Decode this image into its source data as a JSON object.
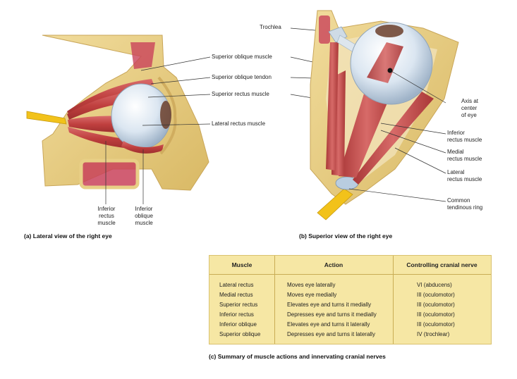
{
  "labels_lateral": {
    "inferior_rectus": [
      "Inferior",
      "rectus",
      "muscle"
    ],
    "inferior_oblique": [
      "Inferior",
      "oblique",
      "muscle"
    ]
  },
  "labels_center": {
    "trochlea": "Trochlea",
    "superior_oblique_muscle": "Superior oblique muscle",
    "superior_oblique_tendon": "Superior oblique tendon",
    "superior_rectus_muscle": "Superior rectus muscle",
    "lateral_rectus_muscle": "Lateral rectus muscle"
  },
  "labels_superior": {
    "axis": [
      "Axis at",
      "center",
      "of eye"
    ],
    "inferior_rectus": [
      "Inferior",
      "rectus muscle"
    ],
    "medial_rectus": [
      "Medial",
      "rectus muscle"
    ],
    "lateral_rectus": [
      "Lateral",
      "rectus muscle"
    ],
    "common_ring": [
      "Common",
      "tendinous ring"
    ]
  },
  "captions": {
    "a": "(a) Lateral view of the right eye",
    "b": "(b) Superior view of the right eye",
    "c": "(c) Summary of muscle actions and innervating cranial nerves"
  },
  "table": {
    "headers": [
      "Muscle",
      "Action",
      "Controlling cranial nerve"
    ],
    "rows": [
      [
        "Lateral rectus",
        "Moves eye laterally",
        "VI (abducens)"
      ],
      [
        "Medial rectus",
        "Moves eye medially",
        "III (oculomotor)"
      ],
      [
        "Superior rectus",
        "Elevates eye and turns it medially",
        "III (oculomotor)"
      ],
      [
        "Inferior rectus",
        "Depresses eye and turns it medially",
        "III (oculomotor)"
      ],
      [
        "Inferior oblique",
        "Elevates eye and turns it laterally",
        "III (oculomotor)"
      ],
      [
        "Superior oblique",
        "Depresses eye and turns it laterally",
        "IV (trochlear)"
      ]
    ]
  },
  "colors": {
    "bone": "#e8cf86",
    "muscle": "#c84a4a",
    "eyeball": "#e4ecf4",
    "nerve": "#f2c21a",
    "table_bg": "#f6e7a4"
  }
}
